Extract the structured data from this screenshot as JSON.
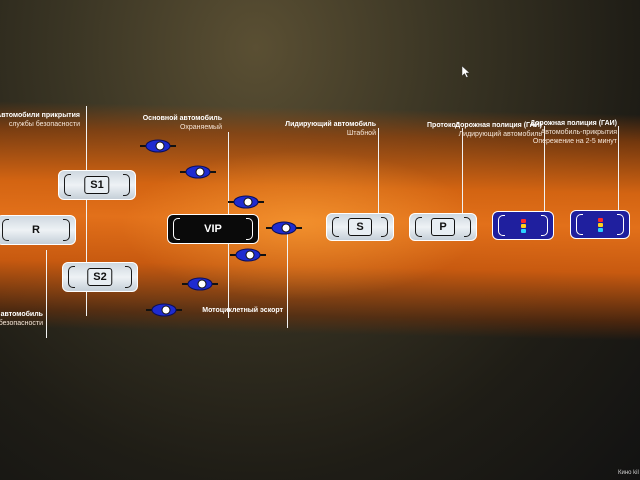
{
  "labels": {
    "cover": {
      "title": "Автомобили прикрытия",
      "subtitle": "службы безопасности"
    },
    "main": {
      "title": "Основной автомобиль",
      "subtitle": "Охраняемый"
    },
    "lead": {
      "title": "Лидирующий автомобиль",
      "subtitle": "Штабной"
    },
    "protocol": {
      "title": "Протокол",
      "subtitle": ""
    },
    "police_lead": {
      "title": "Дорожная полиция (ГАИ)",
      "subtitle": "Лидирующий автомобиль"
    },
    "police_warn": {
      "title": "Дорожная полиция (ГАИ)",
      "subtitle1": "Автомобиль-прикрытия",
      "subtitle2": "Опережение на 2-5 минут"
    },
    "rear": {
      "title": "автомобиль",
      "subtitle": "безопасности"
    },
    "escort": {
      "title": "Мотоциклетный эскорт"
    }
  },
  "cars": {
    "r": "R",
    "s1": "S1",
    "s2": "S2",
    "vip": "VIP",
    "s": "S",
    "p": "P"
  },
  "corner_text": "Кино kil",
  "icons": {
    "motorcycle": "motorcycle-icon",
    "police_light": "police-light-icon",
    "cursor": "mouse-cursor-icon"
  },
  "colors": {
    "band_orange": "#e2701a",
    "police_blue": "#1f1f9e",
    "moto_blue": "#1e2bd0"
  }
}
